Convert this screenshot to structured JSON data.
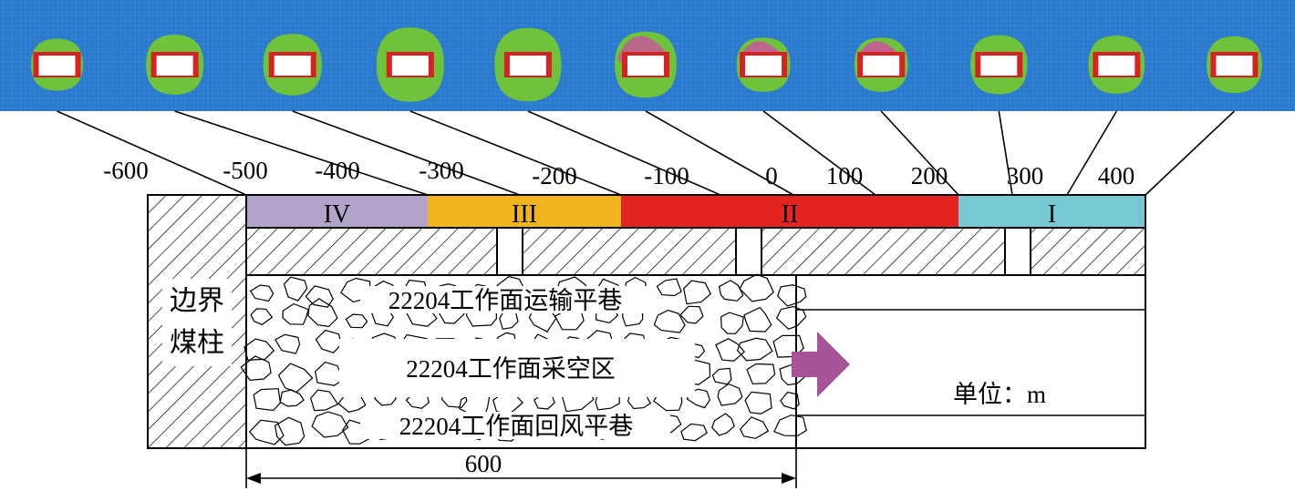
{
  "colors": {
    "mesh_background": "#2f7fd3",
    "plastic_zone_green": "#6fc33a",
    "plastic_zone_magenta": "#d24aa6",
    "tunnel_red": "#d62222",
    "zone_IV": "#b3a3c9",
    "zone_III": "#f2b41c",
    "zone_II": "#e4241e",
    "zone_I": "#74c9d4",
    "arrow": "#a8529a"
  },
  "position_ticks": [
    "-600",
    "-500",
    "-400",
    "-300",
    "-200",
    "-100",
    "0",
    "100",
    "200",
    "300",
    "400"
  ],
  "zones": [
    {
      "label": "IV",
      "color": "#b3a3c9"
    },
    {
      "label": "III",
      "color": "#f2b41c"
    },
    {
      "label": "II",
      "color": "#e4241e"
    },
    {
      "label": "I",
      "color": "#74c9d4"
    }
  ],
  "labels": {
    "boundary_pillar_line1": "边界",
    "boundary_pillar_line2": "煤柱",
    "transport_roadway": "22204工作面运输平巷",
    "goaf": "22204工作面采空区",
    "return_roadway": "22204工作面回风平巷",
    "unit": "单位：m",
    "dimension": "600"
  },
  "panels": [
    {
      "green": 0.25,
      "magenta": 0
    },
    {
      "green": 0.42,
      "magenta": 0
    },
    {
      "green": 0.45,
      "magenta": 0
    },
    {
      "green": 0.72,
      "magenta": 0
    },
    {
      "green": 0.7,
      "magenta": 0
    },
    {
      "green": 0.55,
      "magenta": 0.5
    },
    {
      "green": 0.3,
      "magenta": 0.55
    },
    {
      "green": 0.3,
      "magenta": 0.6
    },
    {
      "green": 0.4,
      "magenta": 0
    },
    {
      "green": 0.38,
      "magenta": 0
    },
    {
      "green": 0.35,
      "magenta": 0
    }
  ]
}
